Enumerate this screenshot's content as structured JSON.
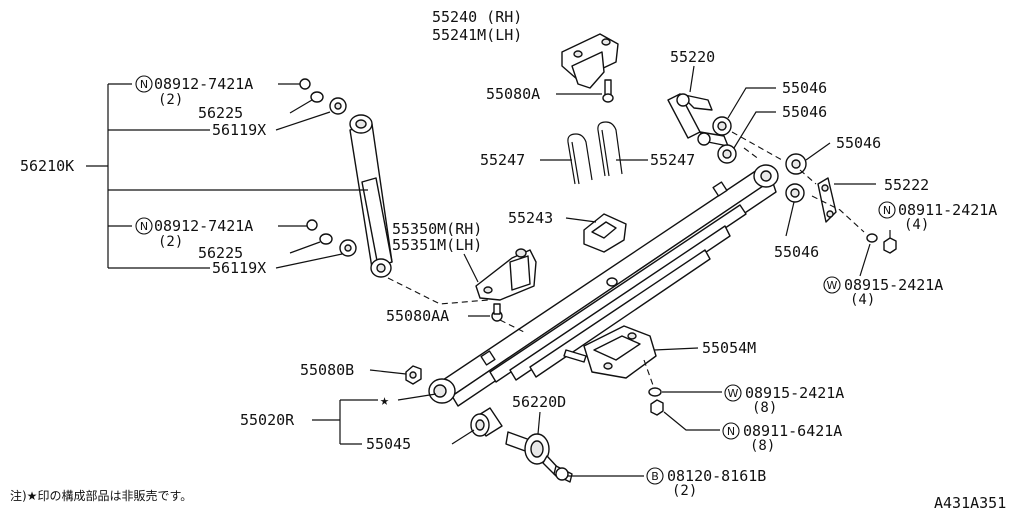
{
  "labels": {
    "p55240": "55240 (RH)",
    "p55241": "55241M(LH)",
    "p55080A": "55080A",
    "p55220": "55220",
    "p55046a": "55046",
    "p55046b": "55046",
    "p55046c": "55046",
    "p55046d": "55046",
    "p55222": "55222",
    "p08911_2421": "08911-2421A",
    "p08911_2421_qty": "(4)",
    "p08915_2421_r": "08915-2421A",
    "p08915_2421_r_qty": "(4)",
    "p55247a": "55247",
    "p55247b": "55247",
    "p55243": "55243",
    "p55350": "55350M(RH)",
    "p55351": "55351M(LH)",
    "p55080AA": "55080AA",
    "p56210K": "56210K",
    "p08912_top": "08912-7421A",
    "p08912_top_qty": "(2)",
    "p56225_top": "56225",
    "p56119_top": "56119X",
    "p08912_bot": "08912-7421A",
    "p08912_bot_qty": "(2)",
    "p56225_bot": "56225",
    "p56119_bot": "56119X",
    "p55080B": "55080B",
    "p55020R": "55020R",
    "p55045": "55045",
    "p56220D": "56220D",
    "p55054M": "55054M",
    "p08915_2421_b": "08915-2421A",
    "p08915_2421_b_qty": "(8)",
    "p08911_6421": "08911-6421A",
    "p08911_6421_qty": "(8)",
    "p08120": "08120-8161B",
    "p08120_qty": "(2)",
    "star": "★"
  },
  "prefix_marks": {
    "N": "N",
    "W": "W",
    "B": "B"
  },
  "footnote": "注)★印の構成部品は非販売です。",
  "diagram_code": "A431A351"
}
